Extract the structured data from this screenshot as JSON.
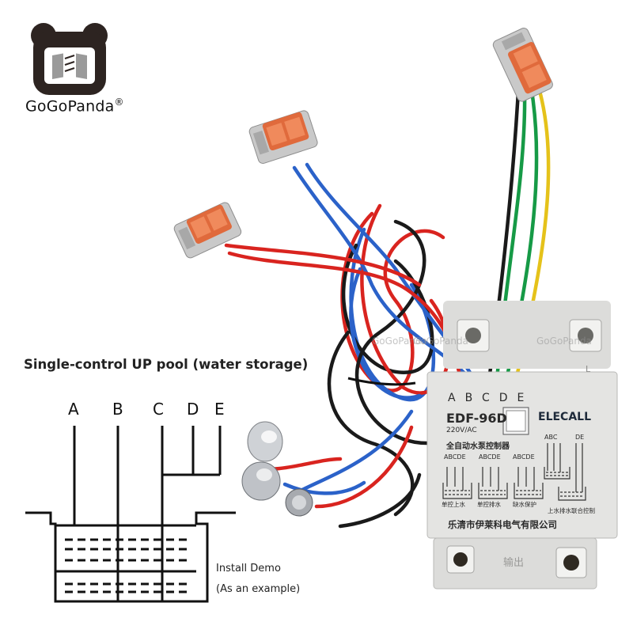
{
  "brand": {
    "name": "GoGoPanda",
    "registered_mark": "®"
  },
  "watermarks": [
    "GoGoPanda",
    "GoGoPanda",
    "GoGoPanda"
  ],
  "diagram": {
    "title": "Single-control UP pool (water storage)",
    "electrode_labels": [
      "A",
      "B",
      "C",
      "D",
      "E"
    ],
    "install_note": [
      "Install Demo",
      "(As an example)"
    ]
  },
  "device": {
    "terminal_labels": [
      "A",
      "B",
      "C",
      "D",
      "E"
    ],
    "model": "EDF-96D",
    "brand": "ELECALL",
    "voltage": "220V/AC",
    "product_name": "全自动水泵控制器",
    "mini_labels": [
      "ABCDE",
      "ABCDE",
      "ABCDE",
      "ABC",
      "DE"
    ],
    "mode_labels": [
      "单控上水",
      "单控排水",
      "缺水保护",
      "上水排水联合控制"
    ],
    "manufacturer": "乐清市伊莱科电气有限公司",
    "output_label": "输出",
    "side_letter": "L"
  },
  "colors": {
    "housing": "#e4e4e2",
    "wire_red": "#d9241f",
    "wire_blue": "#2b62c9",
    "wire_black": "#1a1a1a",
    "wire_green": "#169a46",
    "wire_yellow": "#e5c21a",
    "connector_lever": "#e06a3c",
    "logo_dark": "#2d2421"
  }
}
